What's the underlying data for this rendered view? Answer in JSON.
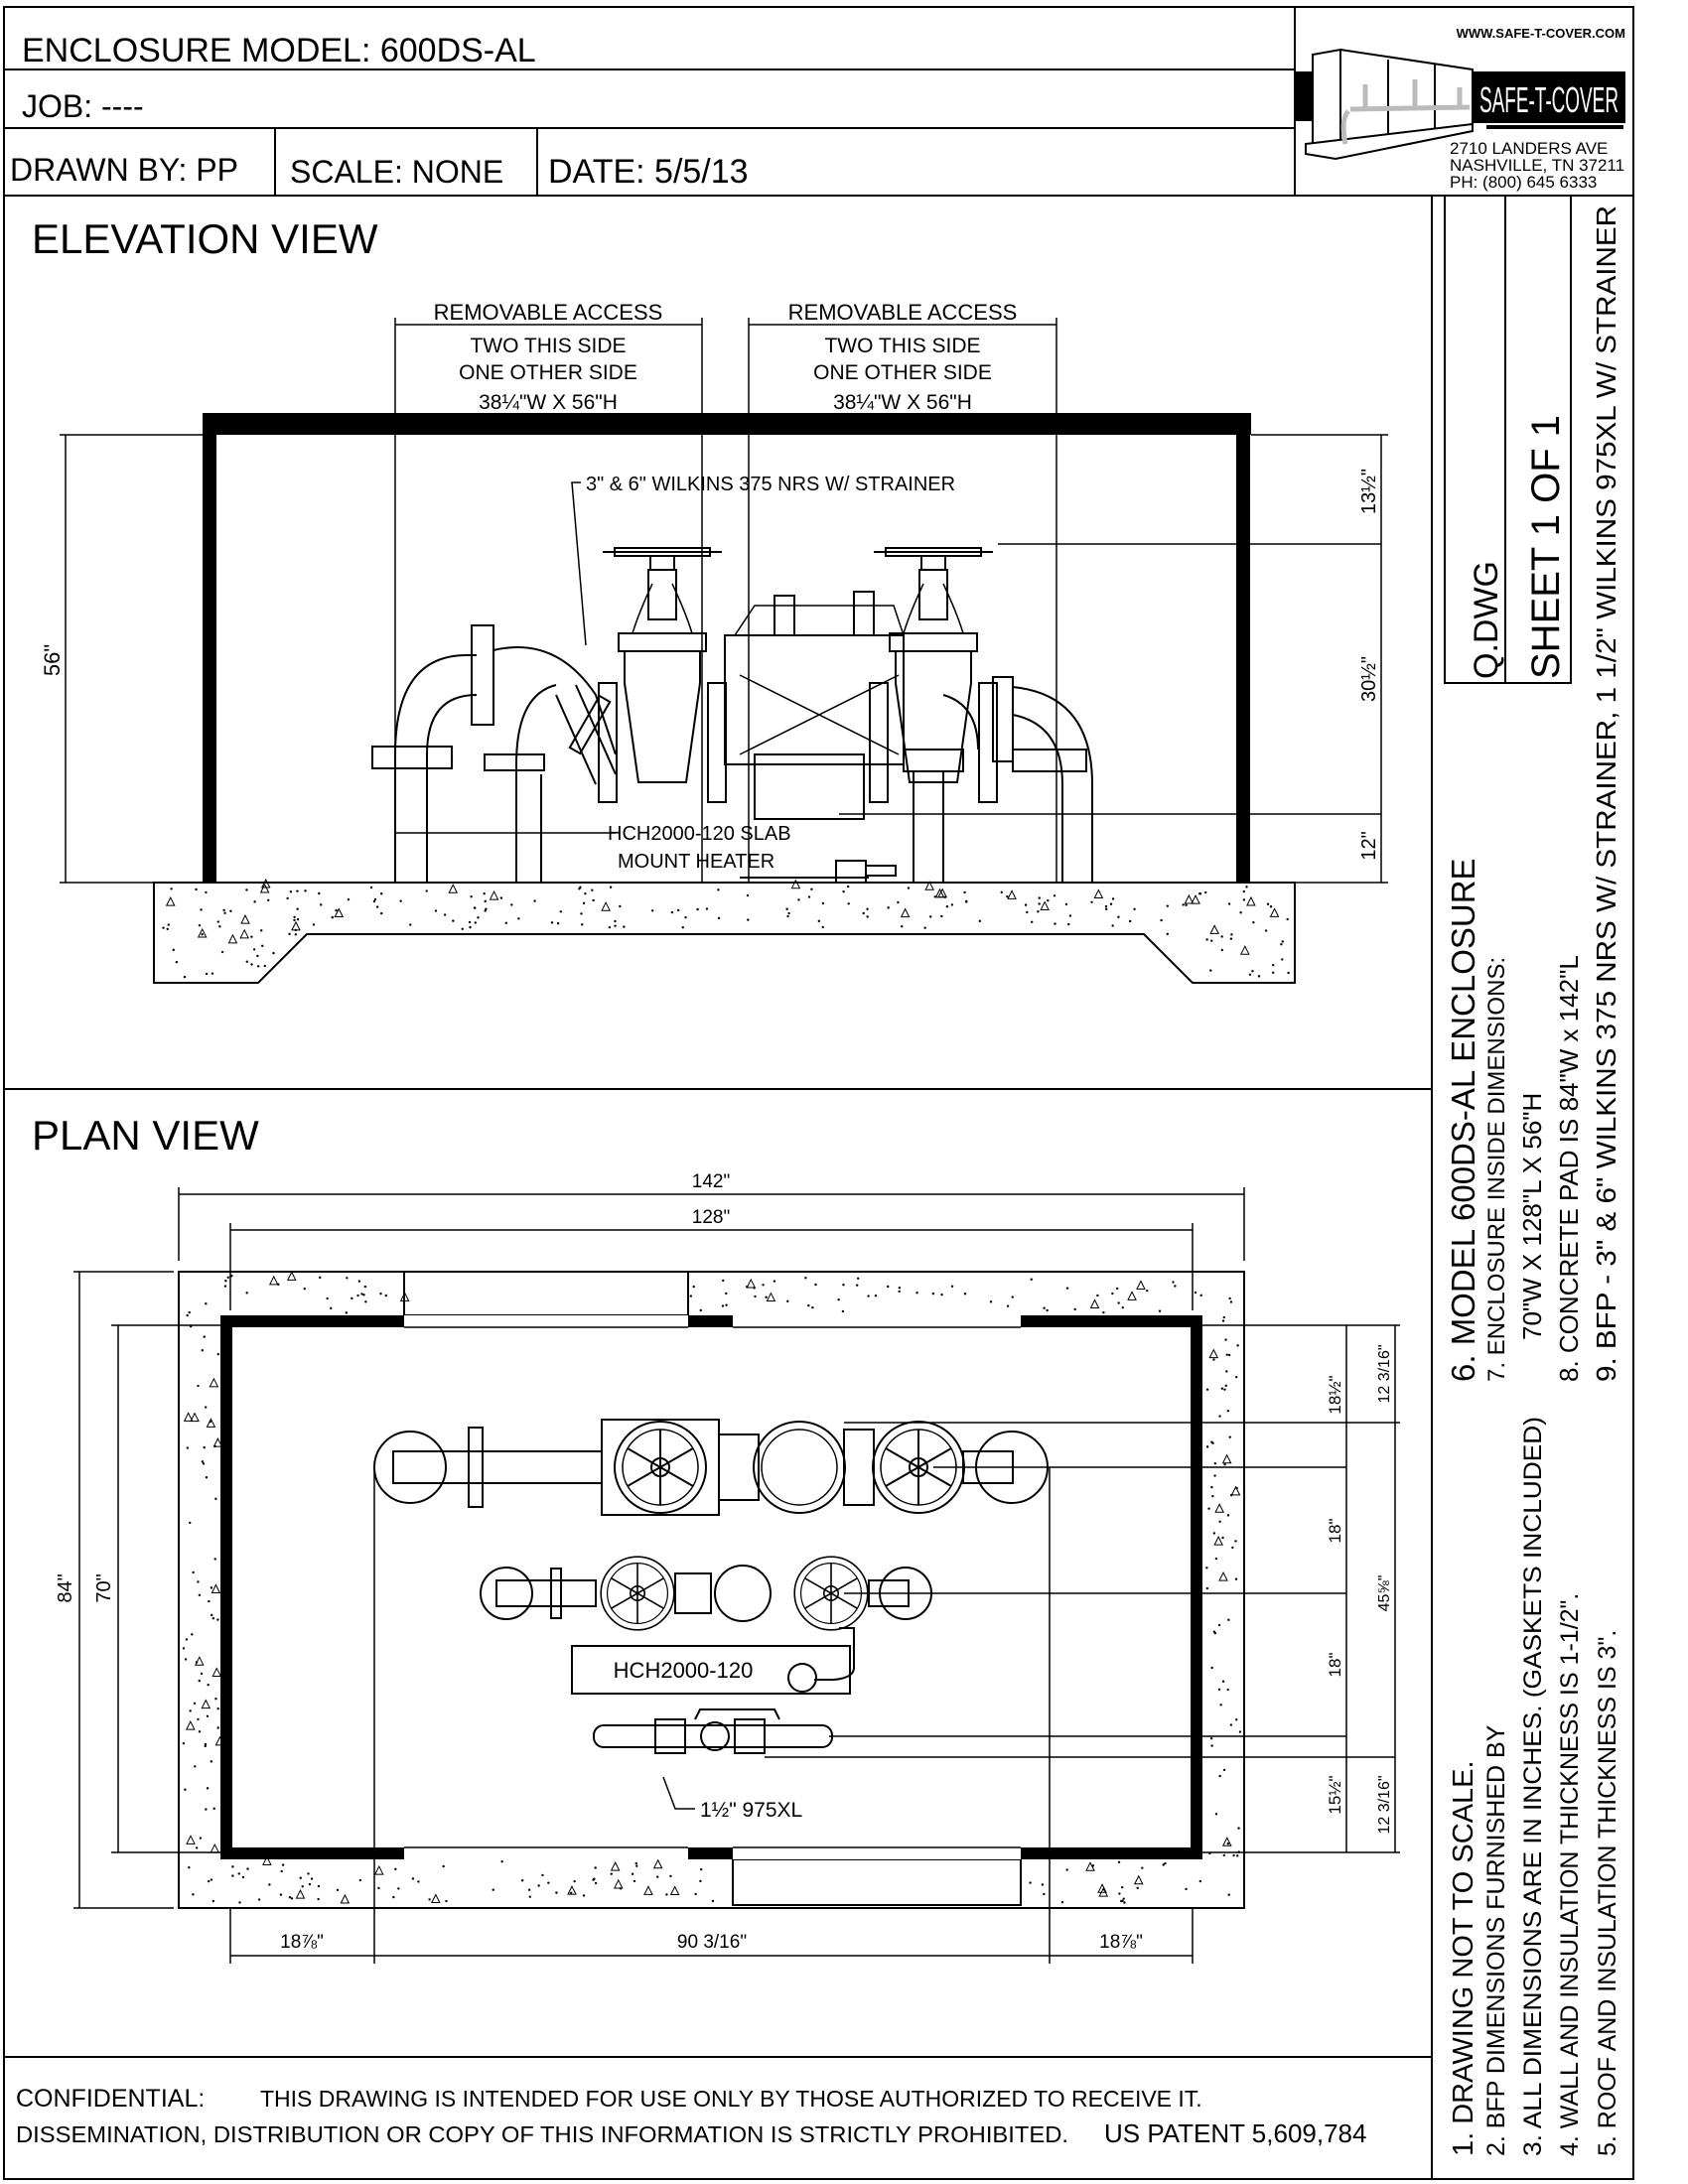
{
  "header": {
    "title": "ENCLOSURE MODEL: 600DS-AL",
    "job": "JOB: ----",
    "drawn_by": "DRAWN BY: PP",
    "scale": "SCALE: NONE",
    "date": "DATE: 5/5/13"
  },
  "logo": {
    "url": "WWW.SAFE-T-COVER.COM",
    "brand": "SAFE-T-COVER",
    "address_1": "2710 LANDERS AVE",
    "address_2": "NASHVILLE, TN 37211",
    "phone": "PH: (800) 645 6333"
  },
  "sheet": {
    "file": "Q.DWG",
    "sheet": "SHEET 1 OF 1"
  },
  "notes": {
    "n1": "1. DRAWING NOT TO SCALE.",
    "n2": "2. BFP DIMENSIONS FURNISHED BY",
    "n3": "3. ALL DIMENSIONS ARE IN INCHES. (GASKETS INCLUDED)",
    "n4": "4. WALL AND INSULATION THICKNESS IS 1-1/2\".",
    "n5": "5. ROOF AND INSULATION THICKNESS IS 3\".",
    "n6": "6. MODEL 600DS-AL ENCLOSURE",
    "n7": "7. ENCLOSURE INSIDE DIMENSIONS:",
    "n7b": "70\"W X 128\"L X 56\"H",
    "n8": "8. CONCRETE PAD IS 84\"W x 142\"L",
    "n9": "9. BFP - 3\" & 6\" WILKINS 375 NRS W/ STRAINER, 1 1/2\" WILKINS 975XL W/ STRAINER"
  },
  "elevation": {
    "title": "ELEVATION VIEW",
    "access_title": "REMOVABLE ACCESS",
    "access_line1": "TWO THIS SIDE",
    "access_line2": "ONE OTHER SIDE",
    "access_size": "38¼\"W X 56\"H",
    "callout": "3\" & 6\" WILKINS 375 NRS W/ STRAINER",
    "heater_1": "HCH2000-120 SLAB",
    "heater_2": "MOUNT HEATER",
    "dim_height": "56\"",
    "dim_top": "13½\"",
    "dim_mid": "30½\"",
    "dim_bottom": "12\""
  },
  "plan": {
    "title": "PLAN VIEW",
    "dim_pad_length": "142\"",
    "dim_inside_length": "128\"",
    "dim_pad_width": "84\"",
    "dim_inside_width": "70\"",
    "dim_left": "18⅞\"",
    "dim_center": "90 3/16\"",
    "dim_right": "18⅞\"",
    "dim_r1": "18½\"",
    "dim_r2": "18\"",
    "dim_r3": "18\"",
    "dim_r4": "15½\"",
    "dim_o1": "12 3/16\"",
    "dim_o2": "45⅝\"",
    "dim_o3": "12 3/16\"",
    "heater_label": "HCH2000-120",
    "small_bfp_label": "1½\" 975XL"
  },
  "footer": {
    "line1_label": "CONFIDENTIAL:",
    "line1": "THIS DRAWING IS INTENDED FOR USE ONLY BY THOSE AUTHORIZED TO RECEIVE IT.",
    "line2": "DISSEMINATION, DISTRIBUTION OR COPY OF THIS INFORMATION IS STRICTLY PROHIBITED.",
    "patent": "US PATENT 5,609,784"
  }
}
